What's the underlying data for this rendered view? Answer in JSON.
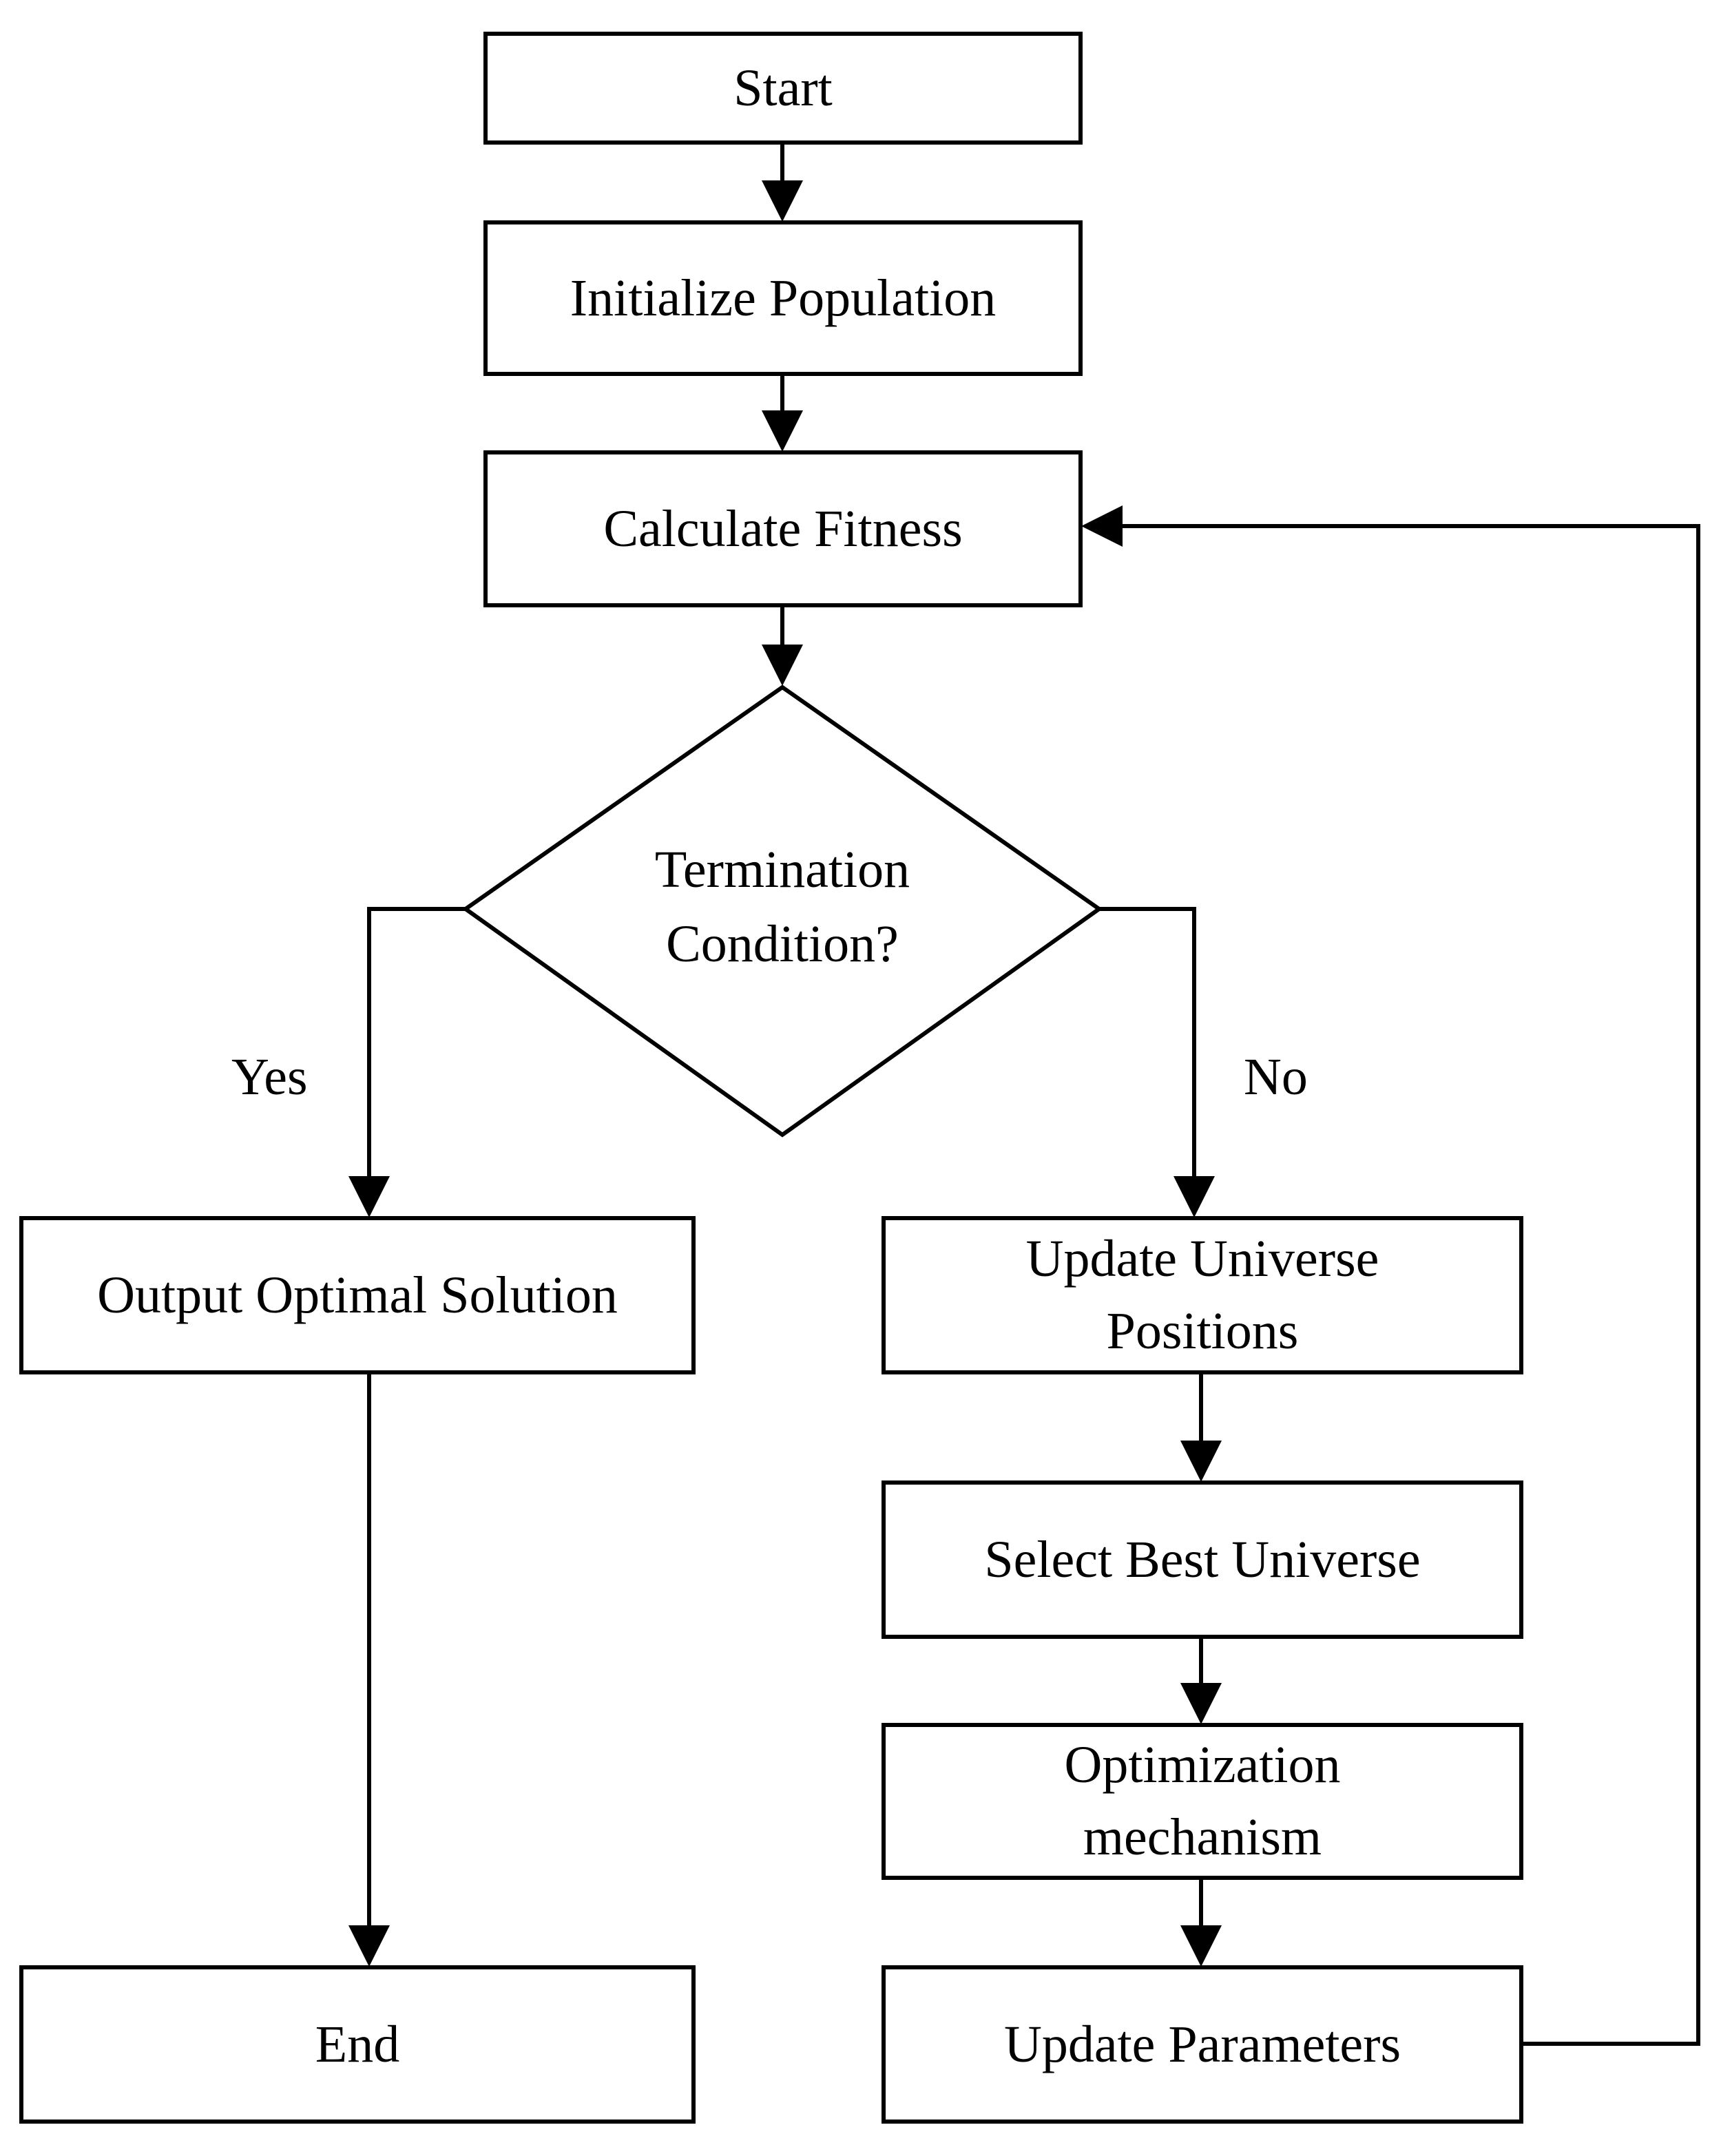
{
  "colors": {
    "stroke": "#000000",
    "fill": "#ffffff",
    "text": "#000000"
  },
  "nodes": {
    "start": "Start",
    "init": "Initialize Population",
    "fitness": "Calculate Fitness",
    "decision": "Termination\nCondition?",
    "output": "Output Optimal Solution",
    "end": "End",
    "update_universe": "Update Universe\nPositions",
    "select_best": "Select Best Universe",
    "optimization": "Optimization\nmechanism",
    "update_params": "Update Parameters"
  },
  "edges": {
    "yes": "Yes",
    "no": "No"
  }
}
